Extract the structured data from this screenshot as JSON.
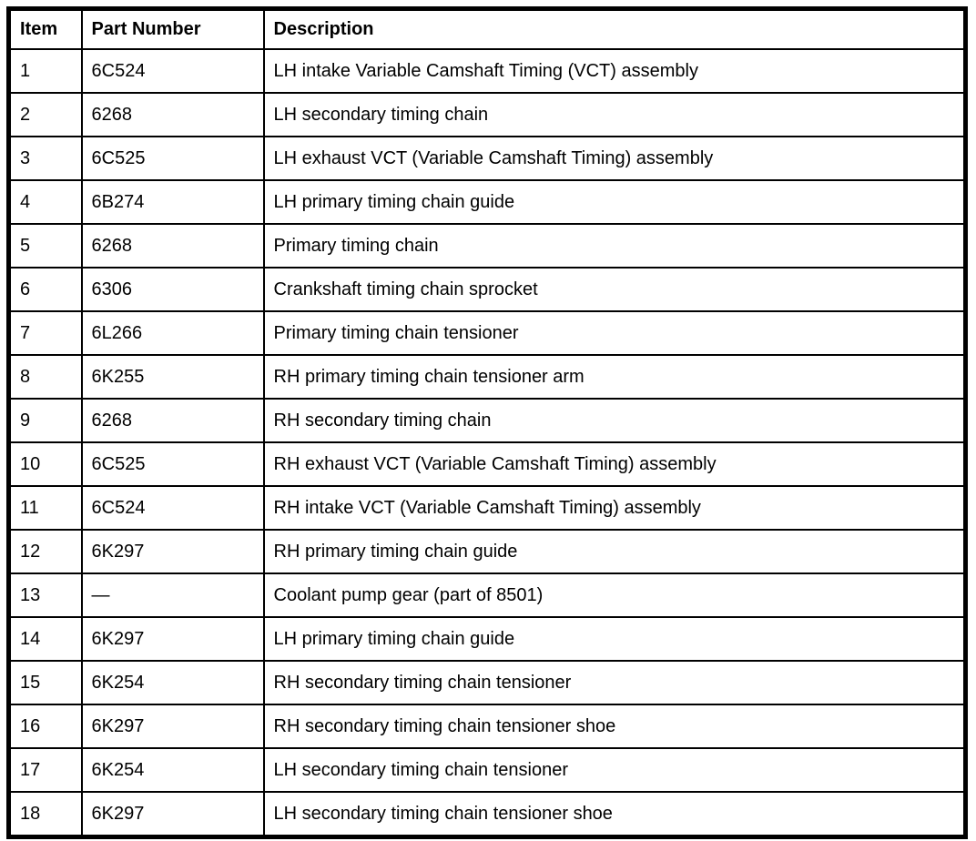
{
  "colors": {
    "border": "#000000",
    "background": "#ffffff",
    "text": "#000000"
  },
  "table": {
    "columns": [
      {
        "key": "item",
        "label": "Item"
      },
      {
        "key": "part_number",
        "label": "Part Number"
      },
      {
        "key": "description",
        "label": "Description"
      }
    ],
    "rows": [
      {
        "item": "1",
        "part_number": "6C524",
        "description": "LH intake Variable Camshaft Timing (VCT) assembly"
      },
      {
        "item": "2",
        "part_number": "6268",
        "description": "LH secondary timing chain"
      },
      {
        "item": "3",
        "part_number": "6C525",
        "description": "LH exhaust VCT (Variable Camshaft Timing) assembly"
      },
      {
        "item": "4",
        "part_number": "6B274",
        "description": "LH primary timing chain guide"
      },
      {
        "item": "5",
        "part_number": "6268",
        "description": "Primary timing chain"
      },
      {
        "item": "6",
        "part_number": "6306",
        "description": "Crankshaft timing chain sprocket"
      },
      {
        "item": "7",
        "part_number": "6L266",
        "description": "Primary timing chain tensioner"
      },
      {
        "item": "8",
        "part_number": "6K255",
        "description": "RH primary timing chain tensioner arm"
      },
      {
        "item": "9",
        "part_number": "6268",
        "description": "RH secondary timing chain"
      },
      {
        "item": "10",
        "part_number": "6C525",
        "description": "RH exhaust VCT (Variable Camshaft Timing) assembly"
      },
      {
        "item": "11",
        "part_number": "6C524",
        "description": "RH intake VCT (Variable Camshaft Timing) assembly"
      },
      {
        "item": "12",
        "part_number": "6K297",
        "description": "RH primary timing chain guide"
      },
      {
        "item": "13",
        "part_number": "—",
        "description": "Coolant pump gear (part of 8501)"
      },
      {
        "item": "14",
        "part_number": "6K297",
        "description": "LH primary timing chain guide"
      },
      {
        "item": "15",
        "part_number": "6K254",
        "description": "RH secondary timing chain tensioner"
      },
      {
        "item": "16",
        "part_number": "6K297",
        "description": "RH secondary timing chain tensioner shoe"
      },
      {
        "item": "17",
        "part_number": "6K254",
        "description": "LH secondary timing chain tensioner"
      },
      {
        "item": "18",
        "part_number": "6K297",
        "description": "LH secondary timing chain tensioner shoe"
      }
    ]
  }
}
